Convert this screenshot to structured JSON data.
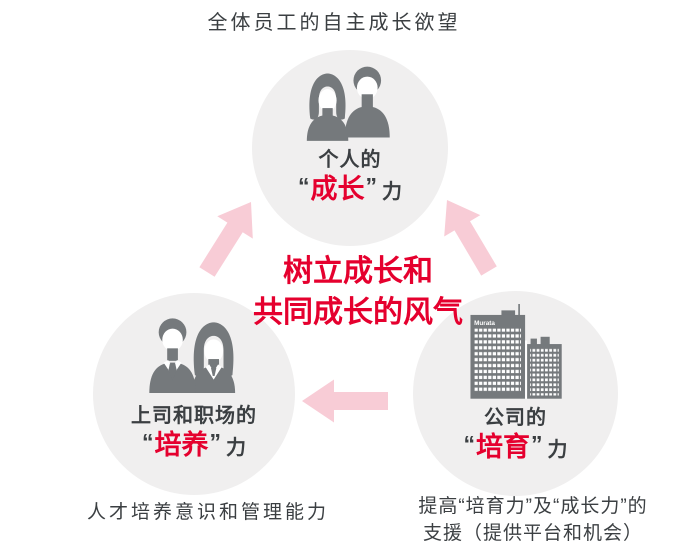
{
  "colors": {
    "red": "#e5002e",
    "pink": "#f8ccd6",
    "icon_gray": "#75797c",
    "circle_bg": "#f0efef",
    "text_dark": "#3b3f42",
    "white": "#ffffff"
  },
  "top_caption": "全体员工的自主成长欲望",
  "center_text": {
    "line1": "树立成长和",
    "line2": "共同成长的风气"
  },
  "nodes": {
    "top": {
      "icon": "two-people-icon",
      "title": "个人的",
      "quote_open": "“",
      "highlight": "成长",
      "quote_close": "”",
      "suffix": "力"
    },
    "left": {
      "icon": "businessman-businesswoman-icon",
      "title": "上司和职场的",
      "quote_open": "“",
      "highlight": "培养",
      "quote_close": "”",
      "suffix": "力"
    },
    "right": {
      "icon": "company-building-icon",
      "title": "公司的",
      "quote_open": "“",
      "highlight": "培育",
      "quote_close": "”",
      "suffix": "力",
      "building_sign": "Murata"
    }
  },
  "captions": {
    "left": "人才培养意识和管理能力",
    "right_line1": "提高“培育力”及“成长力”的",
    "right_line2": "支援（提供平台和机会）"
  },
  "arrows": [
    {
      "name": "arrow-left-to-top",
      "direction": "up-right"
    },
    {
      "name": "arrow-right-to-top",
      "direction": "up-left"
    },
    {
      "name": "arrow-right-to-left",
      "direction": "left"
    }
  ]
}
